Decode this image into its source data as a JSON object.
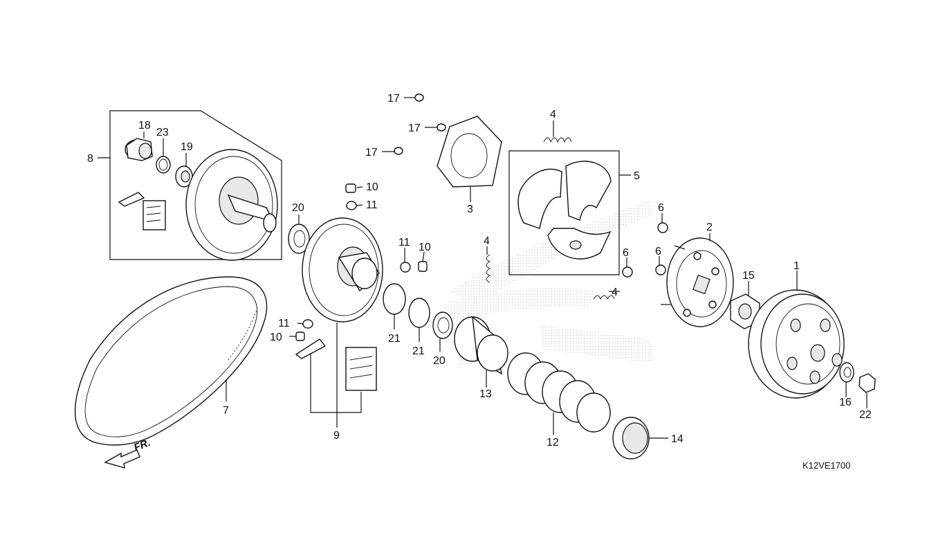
{
  "diagram": {
    "drawing_code": "K12VE1700",
    "direction_label": "FR.",
    "callouts": {
      "c1": "1",
      "c2": "2",
      "c3": "3",
      "c4a": "4",
      "c4b": "4",
      "c4c": "4",
      "c5": "5",
      "c6a": "6",
      "c6b": "6",
      "c6c": "6",
      "c7": "7",
      "c8": "8",
      "c9": "9",
      "c10a": "10",
      "c10b": "10",
      "c10c": "10",
      "c11a": "11",
      "c11b": "11",
      "c11c": "11",
      "c12": "12",
      "c13": "13",
      "c14": "14",
      "c15": "15",
      "c16": "16",
      "c17a": "17",
      "c17b": "17",
      "c17c": "17",
      "c18": "18",
      "c19": "19",
      "c20a": "20",
      "c20b": "20",
      "c21a": "21",
      "c21b": "21",
      "c22": "22",
      "c23": "23"
    },
    "colors": {
      "ink": "#111111",
      "paper": "#ffffff",
      "watermark": "#c8c8c8"
    }
  }
}
